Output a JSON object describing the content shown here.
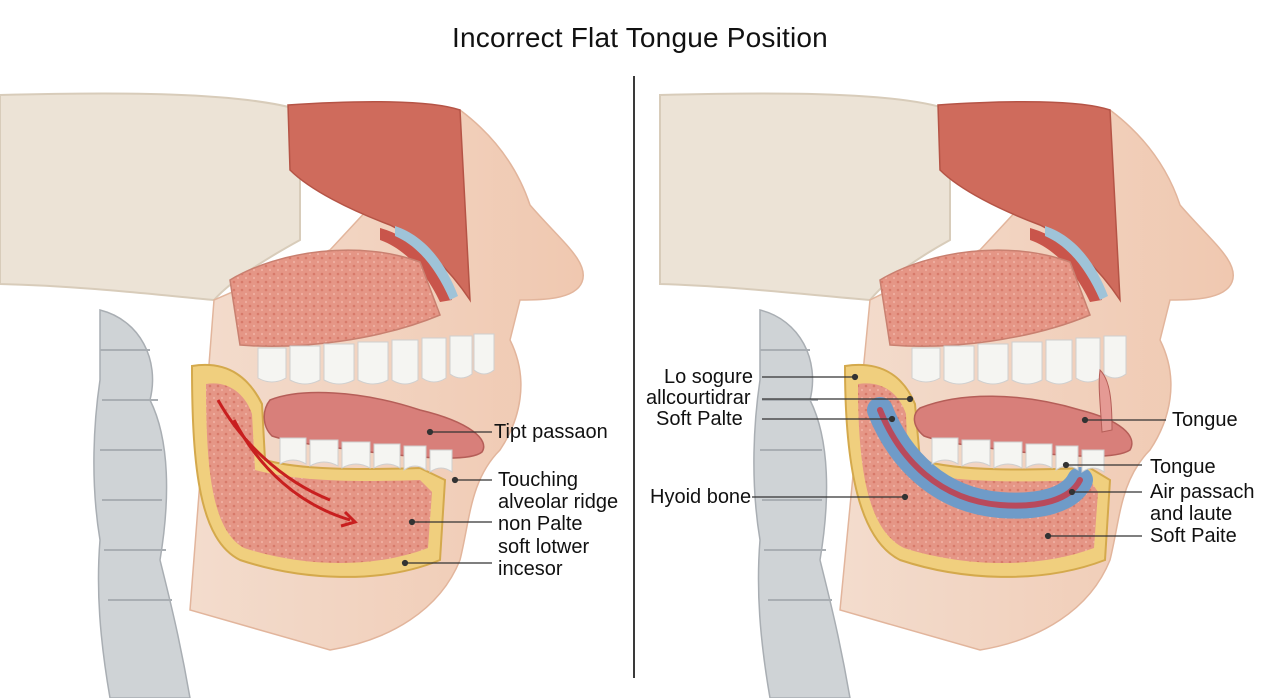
{
  "title": "Incorrect Flat Tongue Position",
  "left_panel": {
    "labels": [
      "Tipt passaon",
      "Touching",
      "alveolar ridge",
      "non Palte",
      "soft lotwer",
      "incesor"
    ]
  },
  "right_panel": {
    "labels_left": [
      "Lo sogure",
      "allcourtidrar",
      "Soft Palte",
      "Hyoid bone"
    ],
    "labels_right": [
      "Tongue",
      "Tongue",
      "Air passach",
      "and lautе",
      "Soft Paite"
    ]
  }
}
